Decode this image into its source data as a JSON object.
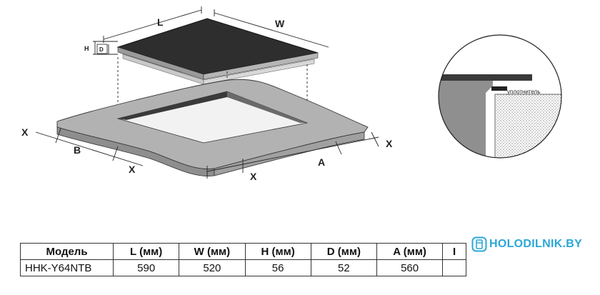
{
  "diagram": {
    "labels": {
      "L": "L",
      "W": "W",
      "H": "H",
      "D": "D",
      "X": "X",
      "B": "B",
      "A": "A"
    },
    "seal_label": "уплотнитель"
  },
  "table": {
    "headers": [
      "Модель",
      "L (мм)",
      "W (мм)",
      "H (мм)",
      "D (мм)",
      "A (мм)",
      "I"
    ],
    "rows": [
      [
        "HHK-Y64NTB",
        "590",
        "520",
        "56",
        "52",
        "560",
        ""
      ]
    ]
  },
  "brand": {
    "text": "HOLODILNIK.BY",
    "color": "#2aa7d8"
  }
}
